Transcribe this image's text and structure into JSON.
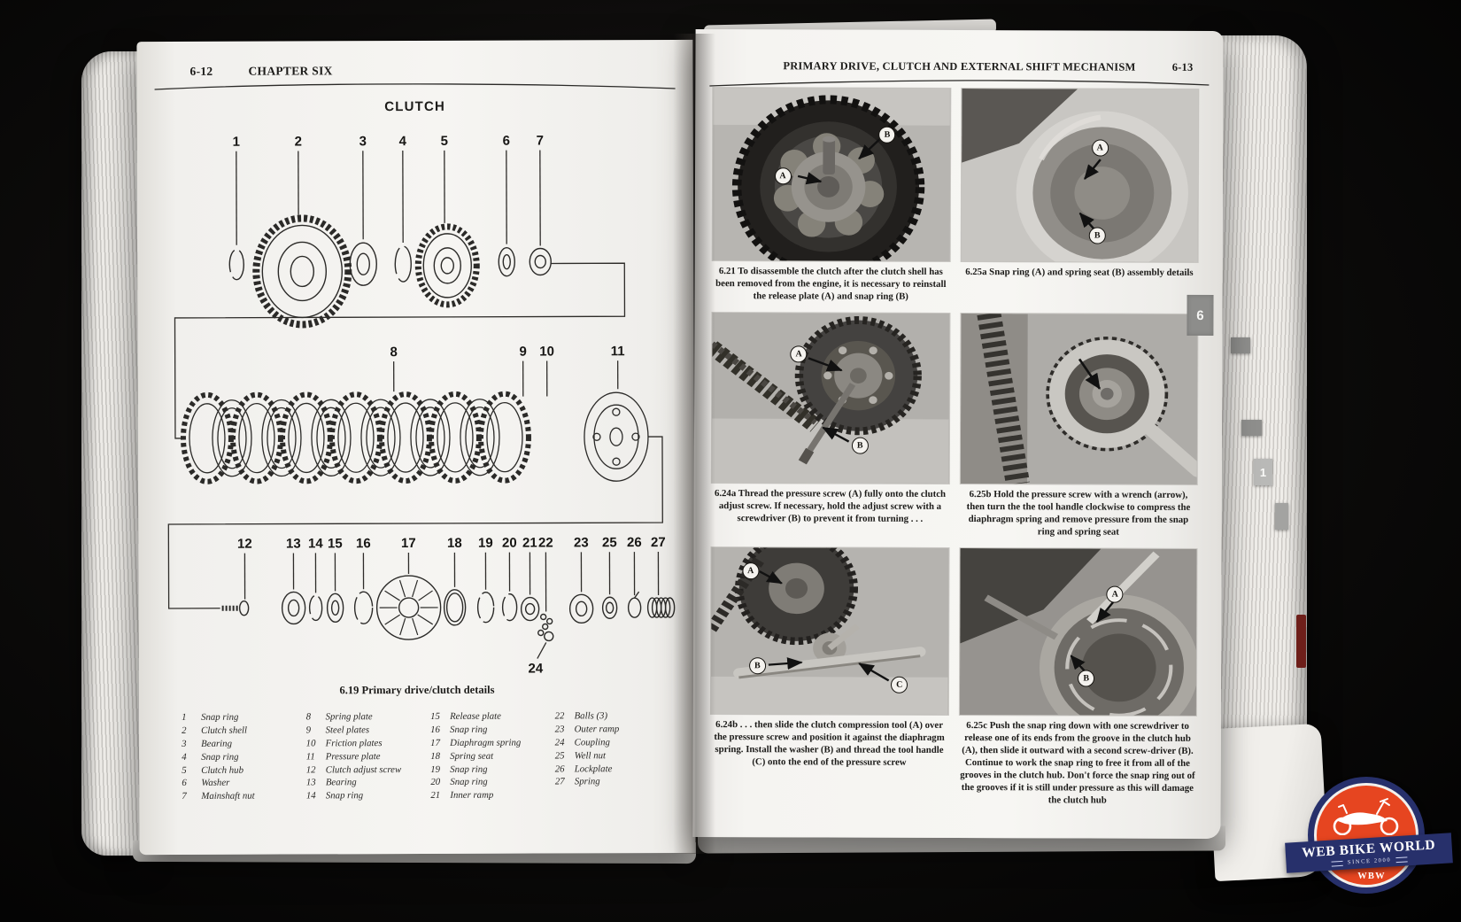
{
  "left_page": {
    "page_number": "6-12",
    "chapter_header": "CHAPTER SIX",
    "diagram_title": "CLUTCH",
    "figure_caption": "6.19 Primary drive/clutch details",
    "callouts": {
      "row1": [
        "1",
        "2",
        "3",
        "4",
        "5",
        "6",
        "7"
      ],
      "row2": [
        "8",
        "9",
        "10",
        "11"
      ],
      "row3": [
        "12",
        "13",
        "14",
        "15",
        "16",
        "17",
        "18",
        "19",
        "20",
        "21",
        "22",
        "23",
        "25",
        "26",
        "27"
      ],
      "below": "24"
    },
    "parts": [
      {
        "num": "1",
        "name": "Snap ring"
      },
      {
        "num": "2",
        "name": "Clutch shell"
      },
      {
        "num": "3",
        "name": "Bearing"
      },
      {
        "num": "4",
        "name": "Snap ring"
      },
      {
        "num": "5",
        "name": "Clutch hub"
      },
      {
        "num": "6",
        "name": "Washer"
      },
      {
        "num": "7",
        "name": "Mainshaft nut"
      },
      {
        "num": "8",
        "name": "Spring plate"
      },
      {
        "num": "9",
        "name": "Steel plates"
      },
      {
        "num": "10",
        "name": "Friction plates"
      },
      {
        "num": "11",
        "name": "Pressure plate"
      },
      {
        "num": "12",
        "name": "Clutch adjust screw"
      },
      {
        "num": "13",
        "name": "Bearing"
      },
      {
        "num": "14",
        "name": "Snap ring"
      },
      {
        "num": "15",
        "name": "Release plate"
      },
      {
        "num": "16",
        "name": "Snap ring"
      },
      {
        "num": "17",
        "name": "Diaphragm spring"
      },
      {
        "num": "18",
        "name": "Spring seat"
      },
      {
        "num": "19",
        "name": "Snap ring"
      },
      {
        "num": "20",
        "name": "Snap ring"
      },
      {
        "num": "21",
        "name": "Inner ramp"
      },
      {
        "num": "22",
        "name": "Balls (3)"
      },
      {
        "num": "23",
        "name": "Outer ramp"
      },
      {
        "num": "24",
        "name": "Coupling"
      },
      {
        "num": "25",
        "name": "Well nut"
      },
      {
        "num": "26",
        "name": "Lockplate"
      },
      {
        "num": "27",
        "name": "Spring"
      }
    ]
  },
  "right_page": {
    "header": "PRIMARY DRIVE, CLUTCH AND EXTERNAL SHIFT MECHANISM",
    "page_number": "6-13",
    "chapter_tab": "6",
    "edge_tab": "1",
    "figures": [
      {
        "caption": "6.21 To disassemble the clutch after the clutch shell has been removed from the engine, it is necessary to reinstall the release plate (A) and snap ring (B)",
        "labels": [
          "A",
          "B"
        ]
      },
      {
        "caption": "6.25a Snap ring (A) and spring seat (B) assembly details",
        "labels": [
          "A",
          "B"
        ]
      },
      {
        "caption": "6.24a Thread the pressure screw (A) fully onto the clutch adjust screw. If necessary, hold the adjust screw with a screwdriver (B) to prevent it from turning . . .",
        "labels": [
          "A",
          "B"
        ]
      },
      {
        "caption": "6.25b Hold the pressure screw with a wrench (arrow), then turn the the tool handle clockwise to compress the diaphragm spring and remove pressure from the snap ring and spring seat",
        "labels": []
      },
      {
        "caption": "6.24b . . . then slide the clutch compression tool (A) over the pressure screw and position it against the diaphragm spring. Install the washer (B) and thread the tool handle (C) onto the end of the pressure screw",
        "labels": [
          "A",
          "B",
          "C"
        ]
      },
      {
        "caption": "6.25c Push the snap ring down with one screwdriver to release one of its ends from the groove in the clutch hub (A), then slide it outward with a second screw-driver (B). Continue to work the snap ring to free it from all of the grooves in the clutch hub. Don't force the snap ring out of the grooves if it is still under pressure as this will damage the clutch hub",
        "labels": [
          "A",
          "B"
        ]
      }
    ]
  },
  "watermark": {
    "title": "WEB BIKE WORLD",
    "subtitle": "SINCE 2000",
    "abbr": "WBW",
    "colors": {
      "badge_red": "#e64520",
      "badge_navy": "#27306b"
    }
  }
}
